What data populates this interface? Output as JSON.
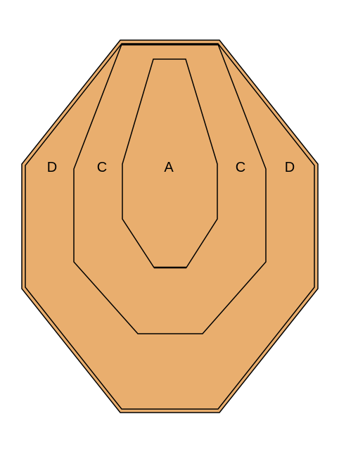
{
  "target": {
    "fill_color": "#E9AE6E",
    "outline_color": "#000000",
    "zone_labels": {
      "d_left": "D",
      "c_left": "C",
      "a_center": "A",
      "c_right": "C",
      "d_right": "D"
    }
  }
}
